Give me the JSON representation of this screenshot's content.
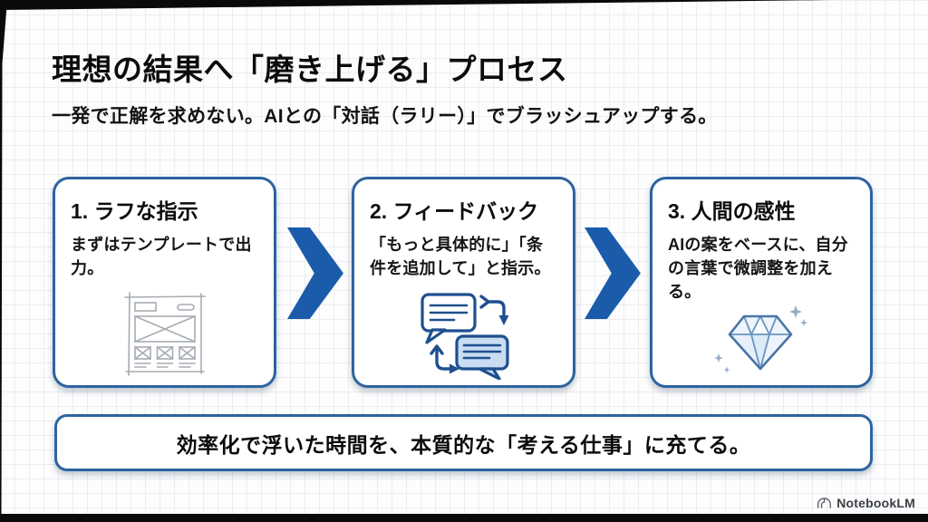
{
  "slide": {
    "title": "理想の結果へ「磨き上げる」プロセス",
    "subtitle": "一発で正解を求めない。AIとの「対話（ラリー）」でブラッシュアップする。",
    "steps": [
      {
        "heading": "1. ラフな指示",
        "body": "まずはテンプレートで出力。",
        "icon": "wireframe-sketch-icon"
      },
      {
        "heading": "2. フィードバック",
        "body": "「もっと具体的に」「条件を追加して」と指示。",
        "icon": "chat-exchange-icon"
      },
      {
        "heading": "3. 人間の感性",
        "body": "AIの案をベースに、自分の言葉で微調整を加える。",
        "icon": "diamond-sparkle-icon"
      }
    ],
    "banner": "効率化で浮いた時間を、本質的な「考える仕事」に充てる。",
    "branding": {
      "label": "NotebookLM"
    },
    "colors": {
      "accent_blue": "#1a5caa",
      "card_border": "#2c649f",
      "icon_outline_blue": "#1e4f8f",
      "bubble_fill": "#c9dcf2",
      "diamond_fill": "#edf4fb",
      "sketch_grey": "#a6acb2",
      "text": "#0c0c0c",
      "brand_text": "#3a3f45",
      "grid_line": "#e9edf0"
    }
  }
}
